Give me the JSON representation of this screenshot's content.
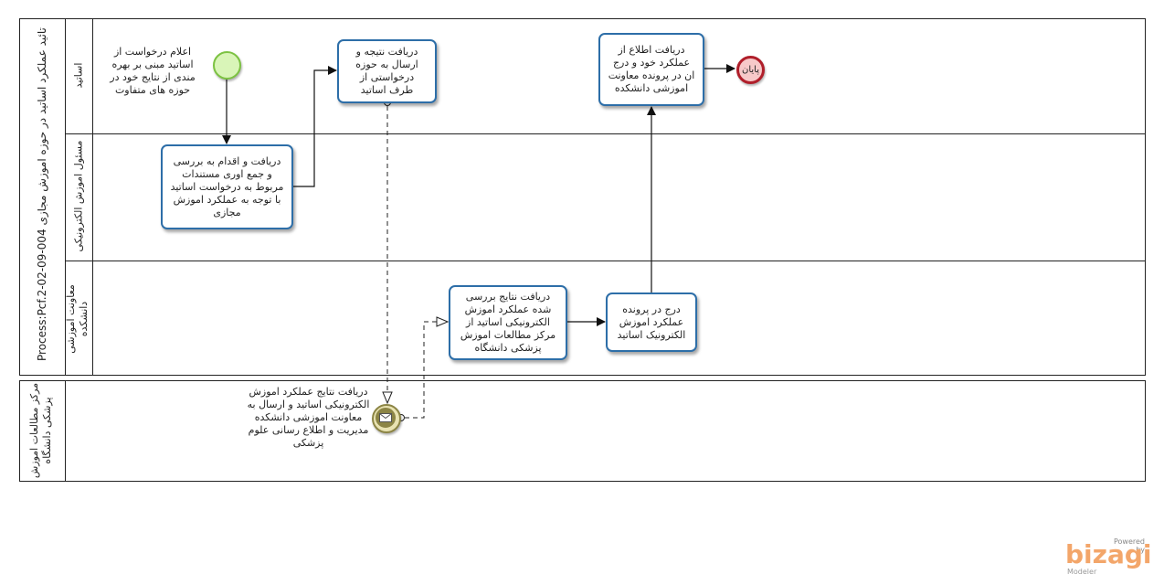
{
  "pools": {
    "main": {
      "title": "Process:Pcf.2-02-09-004 تائید عملکرد اساتید در حوزه اموزش مجازی",
      "lanes": [
        "اساتید",
        "مسئول اموزش الکترونیکی",
        "معاونت اموزشی دانشکده"
      ]
    },
    "center": {
      "title": "مرکز مطالعات اموزش پزشکی دانشگاه"
    }
  },
  "notes": {
    "start_annotation": "اعلام درخواست از اساتید مبنی بر بهره مندی از نتایج خود در حوزه های متفاوت",
    "message_event_label": "دریافت نتایج عملکرد اموزش الکترونیکی اساتید و ارسال به معاونت اموزشی دانشکده مدیریت و اطلاع رسانی علوم پزشکی"
  },
  "tasks": {
    "receive_request": "دریافت و اقدام به بررسی و جمع اوری مستندات مربوط به درخواست اساتید با توجه به عملکرد اموزش مجازی",
    "send_result": "دریافت نتیجه و ارسال به حوزه درخواستی از طرف اساتید",
    "receive_notice": "دریافت اطلاع از عملکرد خود و درج ان در پرونده معاونت اموزشی دانشکده",
    "review_results": "دریافت نتایج بررسی شده عملکرد اموزش الکترونیکی اساتید از مرکز مطالعات اموزش پزشکی دانشگاه",
    "record_file": "درج در پرونده عملکرد اموزش الکترونیک اساتید"
  },
  "events": {
    "end_label": "پایان"
  },
  "colors": {
    "task_border": "#2d6ea8",
    "start_fill": "#d9f5b8",
    "start_border": "#7cc242",
    "end_fill": "#f7c9c9",
    "end_border": "#b01e2a",
    "message_fill": "#e9e3b2",
    "message_border": "#8c8545"
  },
  "branding": {
    "powered": "Powered by",
    "name": "bizagi",
    "product": "Modeler"
  }
}
